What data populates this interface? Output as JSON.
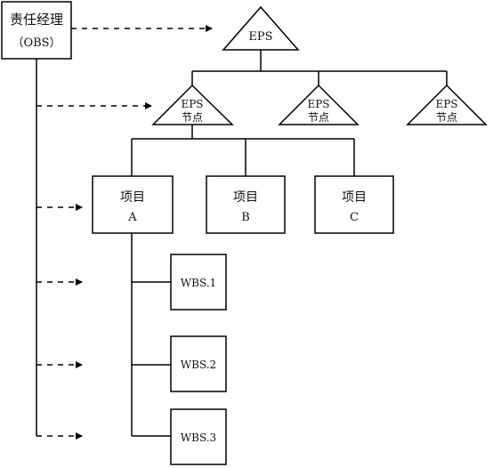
{
  "obs": {
    "line1": "责任经理",
    "line2": "（OBS）"
  },
  "eps_root": {
    "label": "EPS"
  },
  "eps_nodes": [
    {
      "line1": "EPS",
      "line2": "节点"
    },
    {
      "line1": "EPS",
      "line2": "节点"
    },
    {
      "line1": "EPS",
      "line2": "节点"
    }
  ],
  "projects": [
    {
      "line1": "项目",
      "line2": "A"
    },
    {
      "line1": "项目",
      "line2": "B"
    },
    {
      "line1": "项目",
      "line2": "C"
    }
  ],
  "wbs": [
    {
      "label": "WBS.1"
    },
    {
      "label": "WBS.2"
    },
    {
      "label": "WBS.3"
    }
  ],
  "colors": {
    "stroke": "#000000",
    "text": "#111111",
    "background": "#ffffff"
  }
}
